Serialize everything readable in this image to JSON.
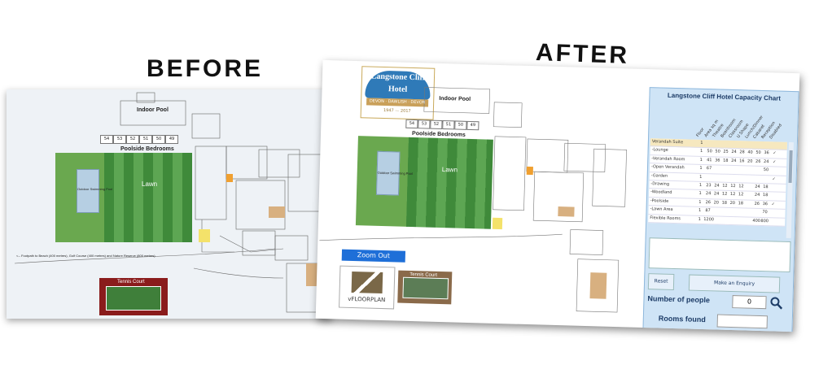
{
  "headings": {
    "before": "BEFORE",
    "after": "AFTER"
  },
  "before": {
    "labels": {
      "indoor_pool": "Indoor Pool",
      "poolside_bedrooms": "Poolside Bedrooms",
      "lawn": "Lawn",
      "outdoor_pool": "Outdoor Swimming Pool",
      "tennis_court": "Tennis Court",
      "footpath": "<-- Footpath to Beach (400 metres), Golf Course (400 metres) and Nature Reserve (800 metres)"
    },
    "room_numbers": [
      "54",
      "53",
      "52",
      "51",
      "50",
      "49"
    ]
  },
  "after": {
    "logo": {
      "name": "Langstone Cliff Hotel",
      "band": "DEVON · DAWLISH · DEVON",
      "years": "1947 — 2017"
    },
    "labels": {
      "indoor_pool": "Indoor Pool",
      "poolside_bedrooms": "Poolside Bedrooms",
      "lawn": "Lawn",
      "outdoor_pool": "Outdoor Swimming Pool",
      "tennis_court": "Tennis Court"
    },
    "zoom_out": "Zoom Out",
    "vfloorplan": "vFLOORPLAN",
    "capacity": {
      "title": "Langstone Cliff Hotel Capacity Chart",
      "columns": [
        "Floor",
        "Area sq m",
        "Theatre",
        "Boardroom",
        "Classroom",
        "U Shape",
        "Lunch/Dinner",
        "Cabaret",
        "Reception",
        "Disabled"
      ],
      "rows": [
        {
          "name": "Verandah Suite",
          "values": [
            "1",
            "",
            "",
            "",
            "",
            "",
            "",
            "",
            "",
            ""
          ],
          "selected": true
        },
        {
          "name": "-Lounge",
          "values": [
            "1",
            "50",
            "50",
            "25",
            "24",
            "28",
            "40",
            "50",
            "36",
            "✓"
          ]
        },
        {
          "name": "-Verandah Room",
          "values": [
            "1",
            "41",
            "36",
            "18",
            "24",
            "16",
            "20",
            "26",
            "24",
            "✓"
          ]
        },
        {
          "name": "-Open Verandah",
          "values": [
            "1",
            "67",
            "",
            "",
            "",
            "",
            "",
            "",
            "50",
            ""
          ]
        },
        {
          "name": "-Garden",
          "values": [
            "1",
            "",
            "",
            "",
            "",
            "",
            "",
            "",
            "",
            "✓"
          ]
        },
        {
          "name": "-Drawing",
          "values": [
            "1",
            "23",
            "24",
            "12",
            "12",
            "12",
            "",
            "24",
            "18",
            ""
          ]
        },
        {
          "name": "-Woodland",
          "values": [
            "1",
            "24",
            "24",
            "12",
            "12",
            "12",
            "",
            "24",
            "18",
            ""
          ]
        },
        {
          "name": "-Poolside",
          "values": [
            "1",
            "26",
            "20",
            "18",
            "20",
            "18",
            "",
            "26",
            "36",
            "✓"
          ]
        },
        {
          "name": "-Lawn Area",
          "values": [
            "1",
            "87",
            "",
            "",
            "",
            "",
            "",
            "",
            "70",
            ""
          ]
        },
        {
          "name": "Flexible Rooms",
          "values": [
            "1",
            "1200",
            "",
            "",
            "",
            "",
            "",
            "400",
            "800",
            ""
          ]
        }
      ]
    },
    "reset": "Reset",
    "enquiry": "Make an Enquiry",
    "number_of_people_label": "Number of people",
    "number_of_people_value": "0",
    "rooms_found_label": "Rooms found"
  }
}
